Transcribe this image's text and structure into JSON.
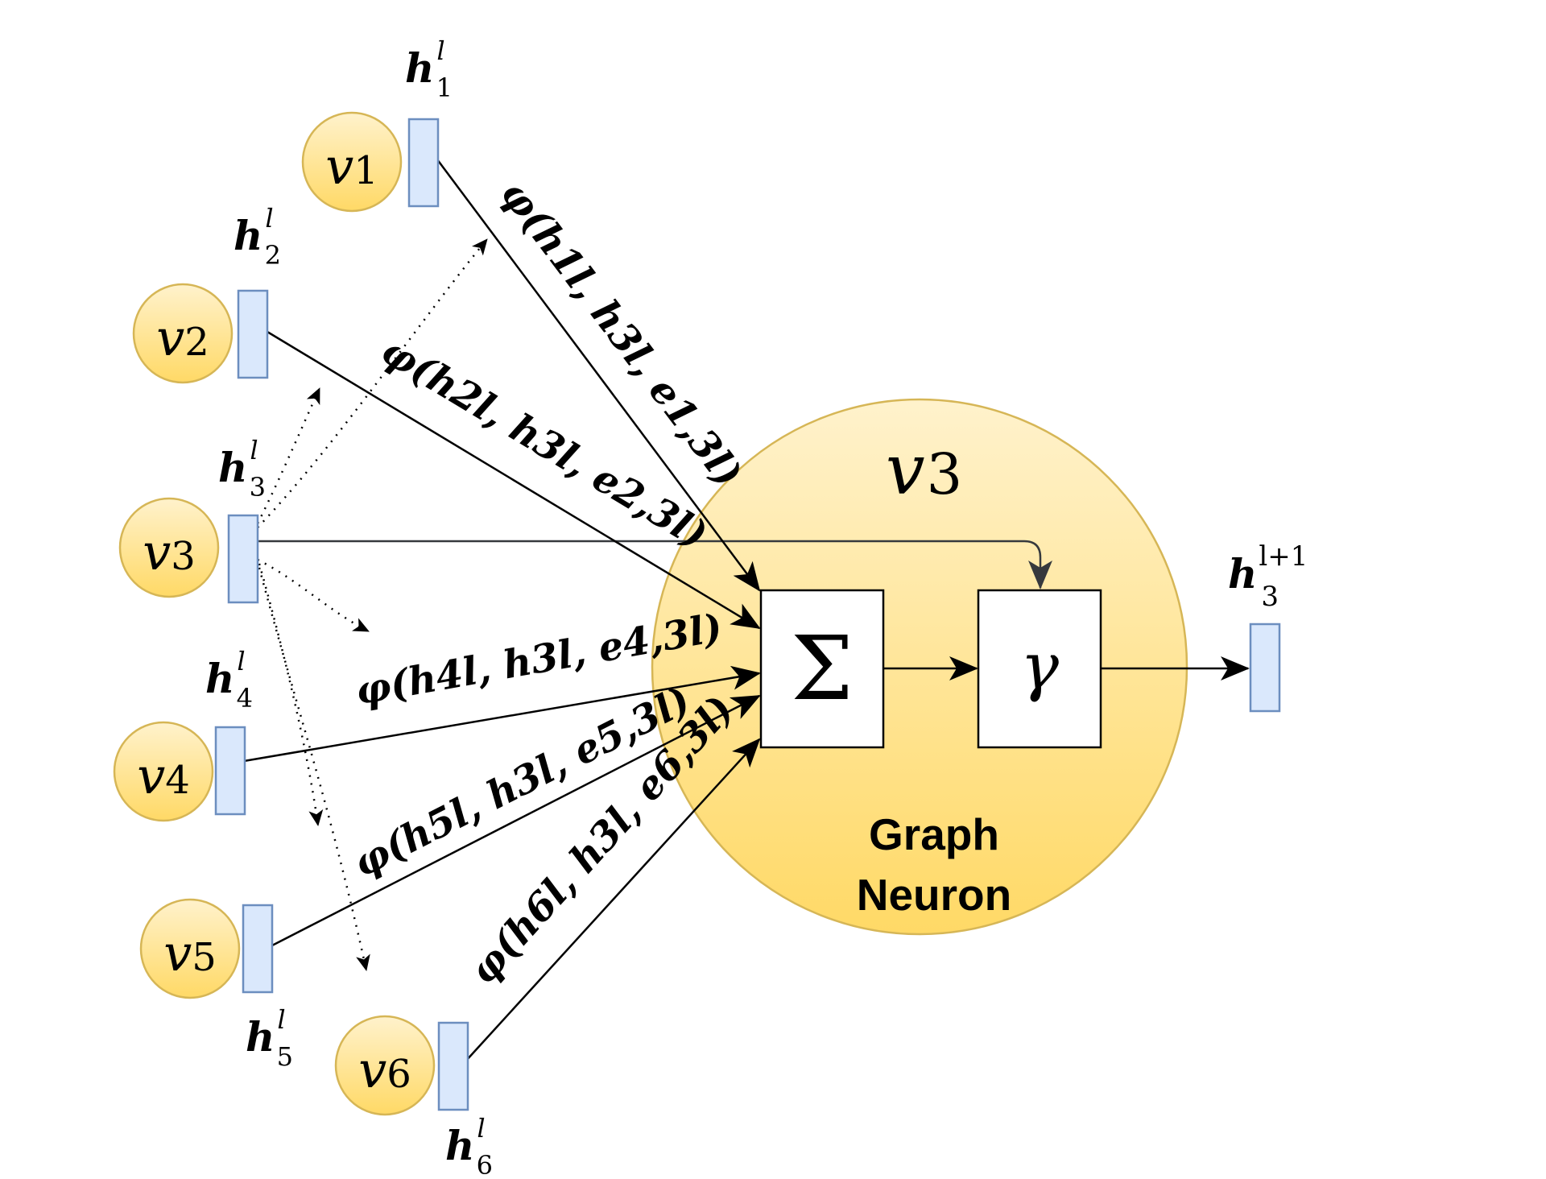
{
  "graph_neuron": {
    "node_label": "v3",
    "caption_line1": "Graph",
    "caption_line2": "Neuron",
    "sum_symbol": "Σ",
    "update_symbol": "γ",
    "output": {
      "base": "h",
      "sub": "3",
      "sup": "l+1"
    },
    "colors": {
      "gradient_top": "#FFF2CC",
      "gradient_bottom": "#FFD966",
      "stroke": "#D6B656"
    }
  },
  "nodes": [
    {
      "id": "v1",
      "base": "v",
      "sub": "1",
      "h_base": "h",
      "h_sub": "1",
      "h_sup": "l"
    },
    {
      "id": "v2",
      "base": "v",
      "sub": "2",
      "h_base": "h",
      "h_sub": "2",
      "h_sup": "l"
    },
    {
      "id": "v3",
      "base": "v",
      "sub": "3",
      "h_base": "h",
      "h_sub": "3",
      "h_sup": "l"
    },
    {
      "id": "v4",
      "base": "v",
      "sub": "4",
      "h_base": "h",
      "h_sub": "4",
      "h_sup": "l"
    },
    {
      "id": "v5",
      "base": "v",
      "sub": "5",
      "h_base": "h",
      "h_sub": "5",
      "h_sup": "l"
    },
    {
      "id": "v6",
      "base": "v",
      "sub": "6",
      "h_base": "h",
      "h_sub": "6",
      "h_sup": "l"
    }
  ],
  "messages": [
    {
      "from": "v1",
      "text": "φ(h1l, h3l, e1,3l)"
    },
    {
      "from": "v2",
      "text": "φ(h2l, h3l, e2,3l)"
    },
    {
      "from": "v4",
      "text": "φ(h4l, h3l, e4,3l)"
    },
    {
      "from": "v5",
      "text": "φ(h5l, h3l, e5,3l)"
    },
    {
      "from": "v6",
      "text": "φ(h6l, h3l, e6,3l)"
    }
  ],
  "node_colors": {
    "fill_top": "#FFF2CC",
    "fill_bottom": "#FFD966",
    "stroke": "#D6B656",
    "feature_fill": "#DAE8FC",
    "feature_stroke": "#6C8EBF"
  }
}
